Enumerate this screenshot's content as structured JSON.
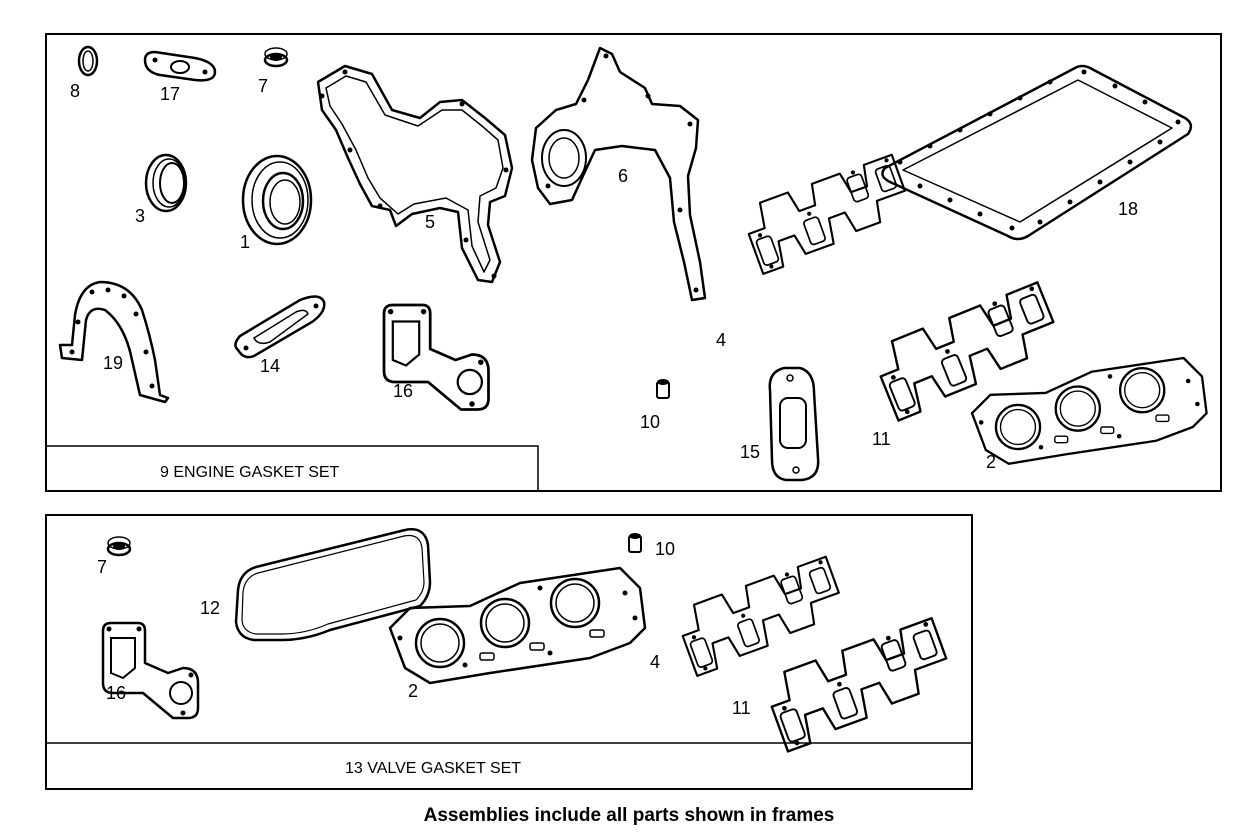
{
  "engine_set": {
    "title": "9  ENGINE GASKET SET",
    "labels": {
      "p8": "8",
      "p17": "17",
      "p7": "7",
      "p3": "3",
      "p1": "1",
      "p5": "5",
      "p6": "6",
      "p18": "18",
      "p4": "4",
      "p19": "19",
      "p14": "14",
      "p16": "16",
      "p10": "10",
      "p15": "15",
      "p11": "11",
      "p2": "2"
    }
  },
  "valve_set": {
    "title": "13  VALVE GASKET SET",
    "labels": {
      "p7": "7",
      "p10": "10",
      "p12": "12",
      "p16": "16",
      "p2": "2",
      "p4": "4",
      "p11": "11"
    }
  },
  "caption": "Assemblies include all parts shown in frames"
}
